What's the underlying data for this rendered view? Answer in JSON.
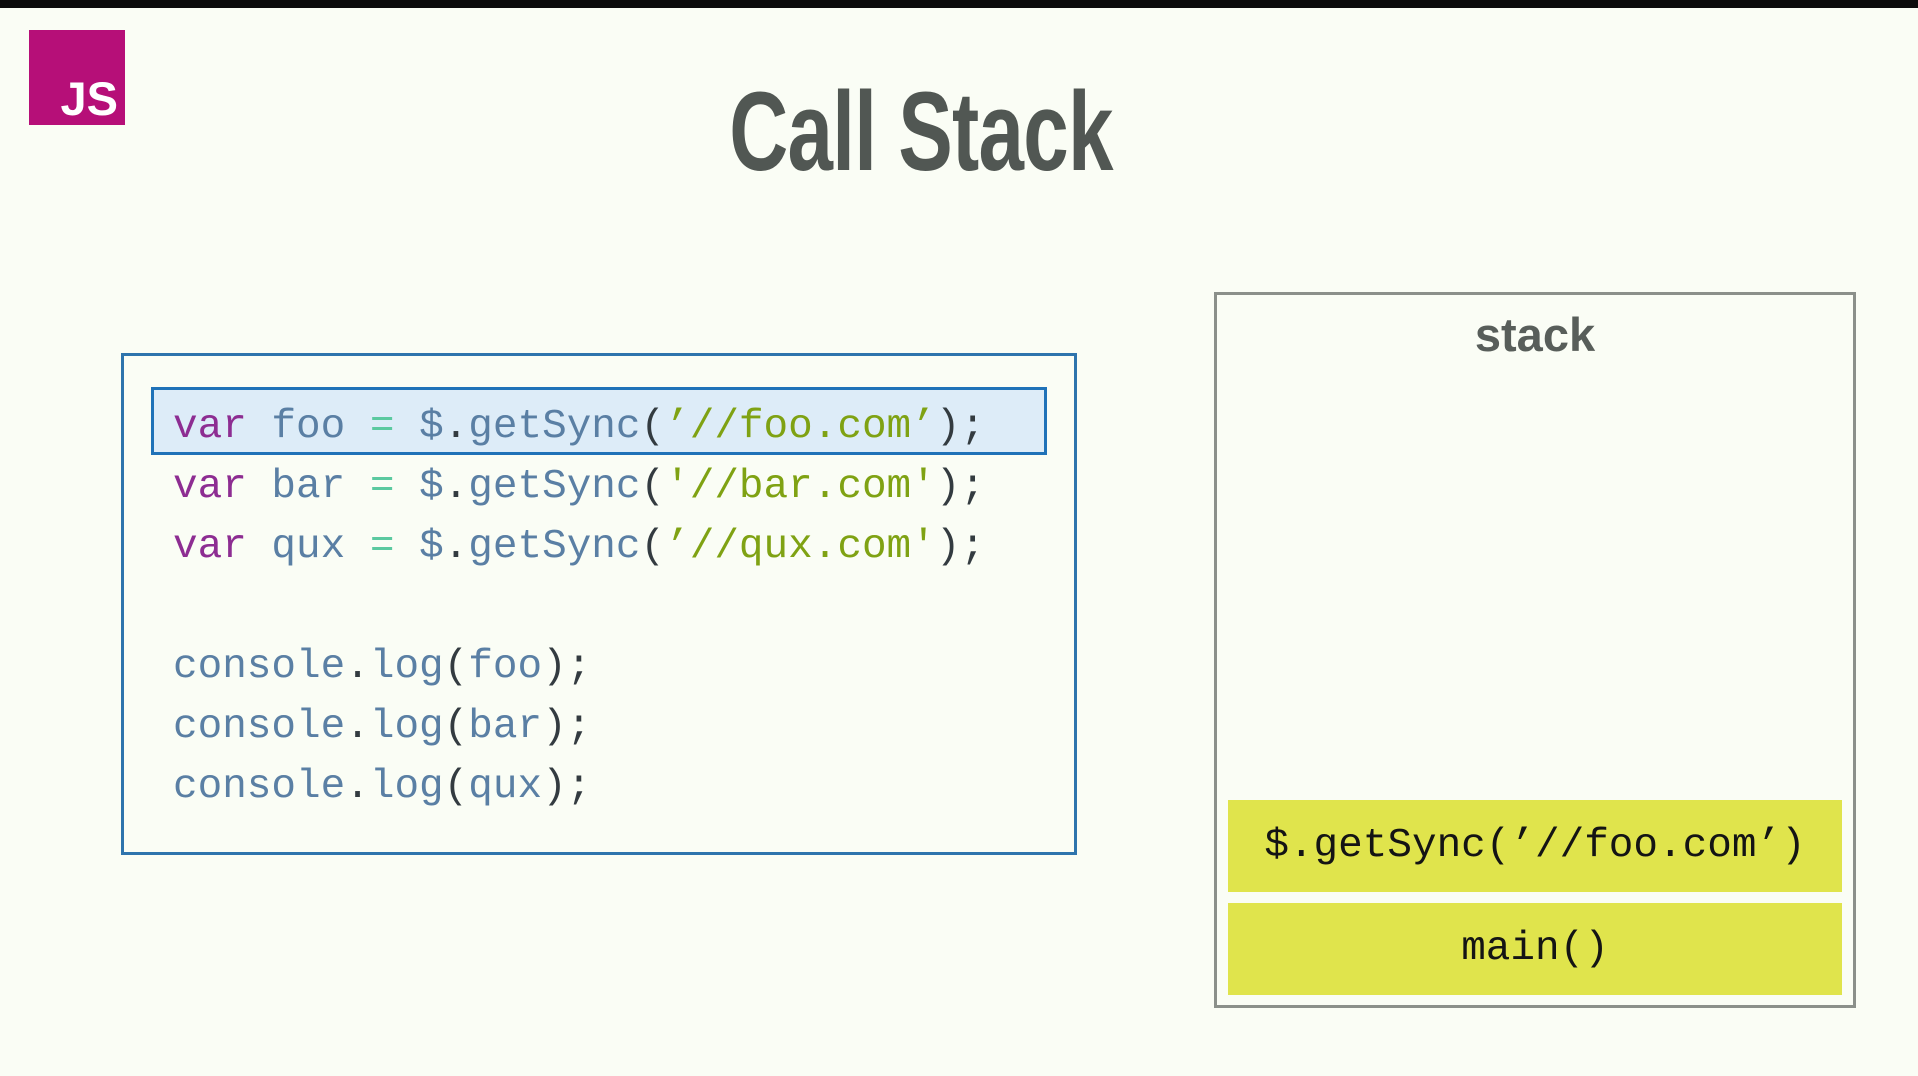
{
  "page": {
    "background_color": "#fafdf5",
    "top_bar_color": "#0c0c0c"
  },
  "logo": {
    "text": "JS",
    "background_color": "#b60f78",
    "text_color": "#ffffff"
  },
  "title": "Call Stack",
  "code_panel": {
    "border_color": "#2e74ad",
    "highlight": {
      "line_index": 0,
      "fill_color": "#ddecf8",
      "border_color": "#1f72b8"
    },
    "token_colors": {
      "kw": "#8d2d92",
      "id": "#5a7fa4",
      "op": "#5bc9a0",
      "st": "#7fa213",
      "pu": "#333b40"
    },
    "lines": [
      {
        "highlighted": true,
        "tokens": [
          [
            "kw",
            "var"
          ],
          [
            "pu",
            " "
          ],
          [
            "id",
            "foo"
          ],
          [
            "pu",
            " "
          ],
          [
            "op",
            "="
          ],
          [
            "pu",
            " "
          ],
          [
            "id",
            "$"
          ],
          [
            "pu",
            "."
          ],
          [
            "id",
            "getSync"
          ],
          [
            "pu",
            "("
          ],
          [
            "st",
            "’//foo.com’"
          ],
          [
            "pu",
            ");"
          ]
        ]
      },
      {
        "highlighted": false,
        "tokens": [
          [
            "kw",
            "var"
          ],
          [
            "pu",
            " "
          ],
          [
            "id",
            "bar"
          ],
          [
            "pu",
            " "
          ],
          [
            "op",
            "="
          ],
          [
            "pu",
            " "
          ],
          [
            "id",
            "$"
          ],
          [
            "pu",
            "."
          ],
          [
            "id",
            "getSync"
          ],
          [
            "pu",
            "("
          ],
          [
            "st",
            "'//bar.com'"
          ],
          [
            "pu",
            ");"
          ]
        ]
      },
      {
        "highlighted": false,
        "tokens": [
          [
            "kw",
            "var"
          ],
          [
            "pu",
            " "
          ],
          [
            "id",
            "qux"
          ],
          [
            "pu",
            " "
          ],
          [
            "op",
            "="
          ],
          [
            "pu",
            " "
          ],
          [
            "id",
            "$"
          ],
          [
            "pu",
            "."
          ],
          [
            "id",
            "getSync"
          ],
          [
            "pu",
            "("
          ],
          [
            "st",
            "’//qux.com'"
          ],
          [
            "pu",
            ");"
          ]
        ]
      },
      {
        "highlighted": false,
        "tokens": []
      },
      {
        "highlighted": false,
        "tokens": [
          [
            "id",
            "console"
          ],
          [
            "pu",
            "."
          ],
          [
            "id",
            "log"
          ],
          [
            "pu",
            "("
          ],
          [
            "id",
            "foo"
          ],
          [
            "pu",
            ");"
          ]
        ]
      },
      {
        "highlighted": false,
        "tokens": [
          [
            "id",
            "console"
          ],
          [
            "pu",
            "."
          ],
          [
            "id",
            "log"
          ],
          [
            "pu",
            "("
          ],
          [
            "id",
            "bar"
          ],
          [
            "pu",
            ");"
          ]
        ]
      },
      {
        "highlighted": false,
        "tokens": [
          [
            "id",
            "console"
          ],
          [
            "pu",
            "."
          ],
          [
            "id",
            "log"
          ],
          [
            "pu",
            "("
          ],
          [
            "id",
            "qux"
          ],
          [
            "pu",
            ");"
          ]
        ]
      }
    ]
  },
  "stack_panel": {
    "label": "stack",
    "border_color": "#8b908a",
    "frame_color": "#e0e44c",
    "frames": [
      "$.getSync(’//foo.com’)",
      "main()"
    ]
  }
}
